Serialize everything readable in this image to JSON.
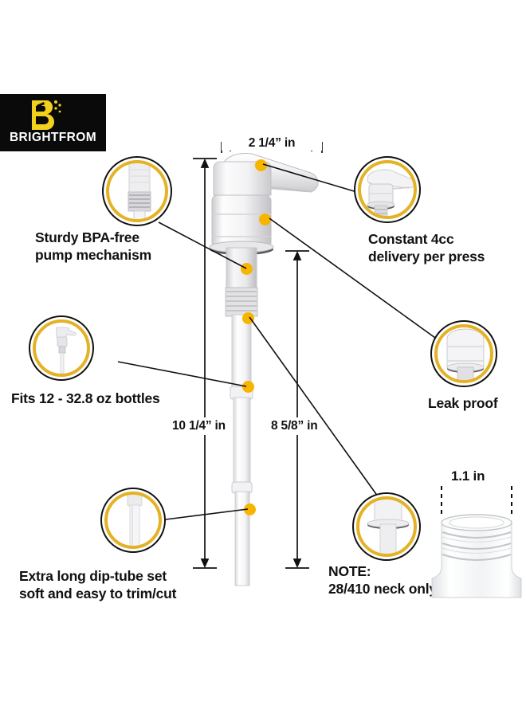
{
  "brand": {
    "name": "BRIGHTFROM",
    "logo_icon": "spray-bottle-b-icon",
    "logo_bg": "#0a0a0a",
    "logo_yellow": "#F2D11E",
    "logo_text_color": "#ffffff"
  },
  "colors": {
    "ring_yellow": "#E3B226",
    "ring_black": "#111111",
    "dot_yellow": "#F7B500",
    "text": "#111111",
    "background": "#ffffff"
  },
  "dimensions": {
    "width_top": "2 1/4” in",
    "height_full": "10 1/4” in",
    "height_inner": "8 5/8” in",
    "neck_width": "1.1 in"
  },
  "callouts": [
    {
      "id": "pump-mechanism",
      "label": "Sturdy BPA-free\npump mechanism",
      "icon": "pump-shaft-closeup",
      "side": "left"
    },
    {
      "id": "bottle-fit",
      "label": "Fits 12 - 32.8 oz bottles",
      "icon": "full-pump-closeup",
      "side": "left"
    },
    {
      "id": "dip-tube",
      "label": "Extra long dip-tube set\nsoft and easy to trim/cut",
      "icon": "dip-tube-closeup",
      "side": "left"
    },
    {
      "id": "delivery",
      "label": "Constant 4cc\ndelivery per press",
      "icon": "pump-head-closeup",
      "side": "right"
    },
    {
      "id": "leak-proof",
      "label": "Leak proof",
      "icon": "pump-collar-closeup",
      "side": "right"
    },
    {
      "id": "neck-note",
      "label": "NOTE:\n28/410 neck only!",
      "icon": "pump-base-closeup",
      "side": "right"
    }
  ],
  "neck_diagram": {
    "label": "1.1 in",
    "icon": "bottle-neck-threads"
  },
  "product": {
    "name": "dispenser-pump",
    "parts": [
      "pump-head-lever",
      "pump-collar",
      "pump-shaft",
      "dip-tube"
    ]
  }
}
